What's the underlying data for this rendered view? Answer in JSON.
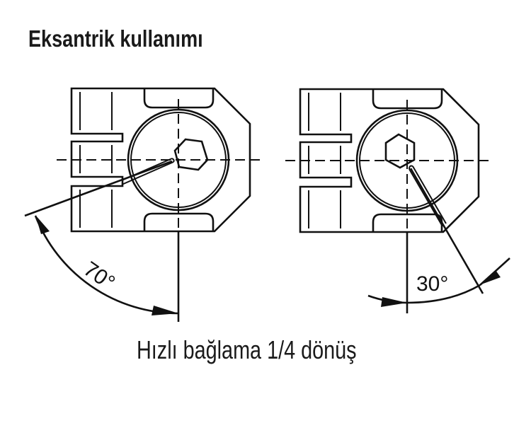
{
  "title": "Eksantrik kullanımı",
  "caption": "Hızlı bağlama 1/4 dönüş",
  "views": [
    {
      "name": "eccentric-70",
      "angle_label": "70°",
      "angle_deg": 70
    },
    {
      "name": "eccentric-30",
      "angle_label": "30°",
      "angle_deg": 30
    }
  ],
  "colors": {
    "line": "#111111",
    "background": "#ffffff"
  }
}
